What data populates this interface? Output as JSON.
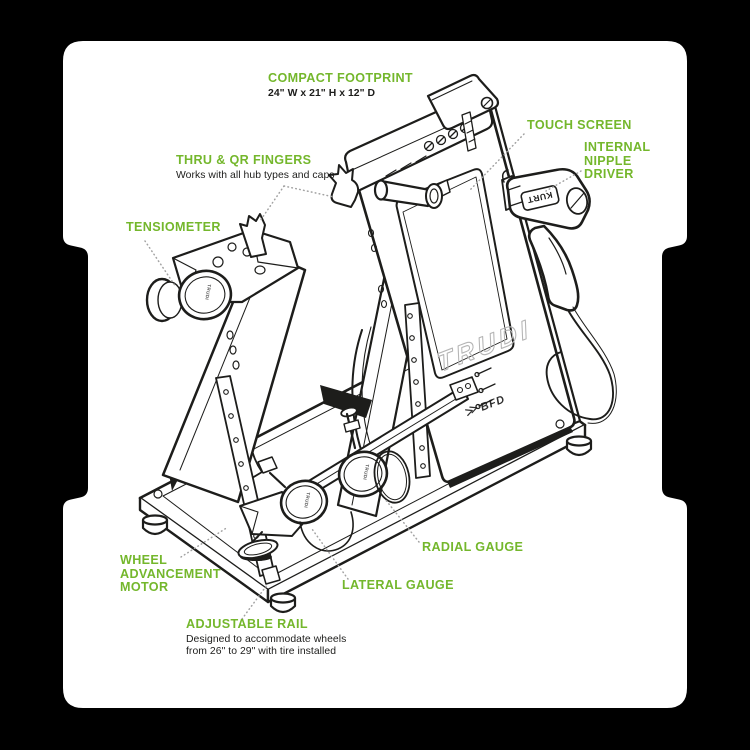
{
  "canvas": {
    "background": "#000000",
    "card_background": "#ffffff"
  },
  "colors": {
    "accent_green": "#74b72c",
    "ink": "#1d1d1b",
    "leader_gray": "#a3a3a3",
    "logo_gray": "#b5b5b5"
  },
  "machine": {
    "panel_logo": "TRUDI",
    "panel_logo_sub": "BFD",
    "driver_brand": "KURT",
    "tensiometer_dial_label": "TRUDI",
    "lateral_dial_label": "TRUDI",
    "radial_dial_label": "TRUDI"
  },
  "callouts": [
    {
      "id": "compact-footprint",
      "title": "COMPACT FOOTPRINT",
      "subtitle": "24\" W x 21\" H x 12\" D"
    },
    {
      "id": "touch-screen",
      "title": "TOUCH SCREEN",
      "subtitle": ""
    },
    {
      "id": "internal-nipple-driver",
      "title": "INTERNAL\nNIPPLE\nDRIVER",
      "subtitle": ""
    },
    {
      "id": "thru-qr-fingers",
      "title": "THRU & QR FINGERS",
      "subtitle": "Works with all hub types and caps"
    },
    {
      "id": "tensiometer",
      "title": "TENSIOMETER",
      "subtitle": ""
    },
    {
      "id": "wheel-advancement-motor",
      "title": "WHEEL\nADVANCEMENT\nMOTOR",
      "subtitle": ""
    },
    {
      "id": "adjustable-rail",
      "title": "ADJUSTABLE RAIL",
      "subtitle": "Designed to accommodate wheels\nfrom 26\" to 29\" with tire installed"
    },
    {
      "id": "lateral-gauge",
      "title": "LATERAL GAUGE",
      "subtitle": ""
    },
    {
      "id": "radial-gauge",
      "title": "RADIAL GAUGE",
      "subtitle": ""
    }
  ]
}
